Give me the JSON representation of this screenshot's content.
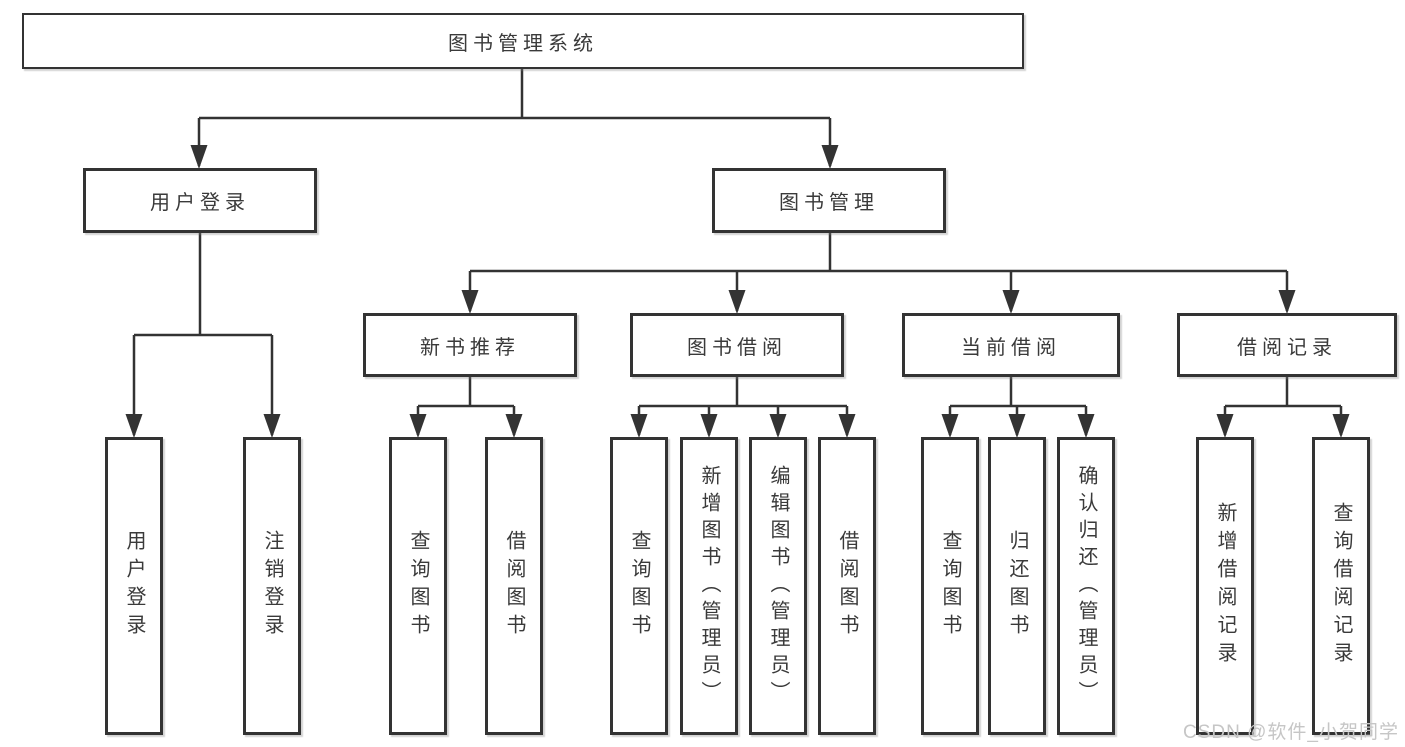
{
  "diagram": {
    "type": "hierarchy-tree",
    "title": "图书管理系统",
    "colors": {
      "background": "#ffffff",
      "line": "#333333",
      "box_border": "#333333",
      "box_fill": "#ffffff",
      "text": "#3a3a3a",
      "watermark": "#c6c6c6"
    },
    "watermark": "CSDN @软件_小贺同学",
    "tree": {
      "label": "图书管理系统",
      "children": [
        {
          "label": "用户登录",
          "children": [
            {
              "label": "用户登录"
            },
            {
              "label": "注销登录"
            }
          ]
        },
        {
          "label": "图书管理",
          "children": [
            {
              "label": "新书推荐",
              "children": [
                {
                  "label": "查询图书"
                },
                {
                  "label": "借阅图书"
                }
              ]
            },
            {
              "label": "图书借阅",
              "children": [
                {
                  "label": "查询图书"
                },
                {
                  "label": "新增图书（管理员）"
                },
                {
                  "label": "编辑图书（管理员）"
                },
                {
                  "label": "借阅图书"
                }
              ]
            },
            {
              "label": "当前借阅",
              "children": [
                {
                  "label": "查询图书"
                },
                {
                  "label": "归还图书"
                },
                {
                  "label": "确认归还（管理员）"
                }
              ]
            },
            {
              "label": "借阅记录",
              "children": [
                {
                  "label": "新增借阅记录"
                },
                {
                  "label": "查询借阅记录"
                }
              ]
            }
          ]
        }
      ]
    }
  }
}
